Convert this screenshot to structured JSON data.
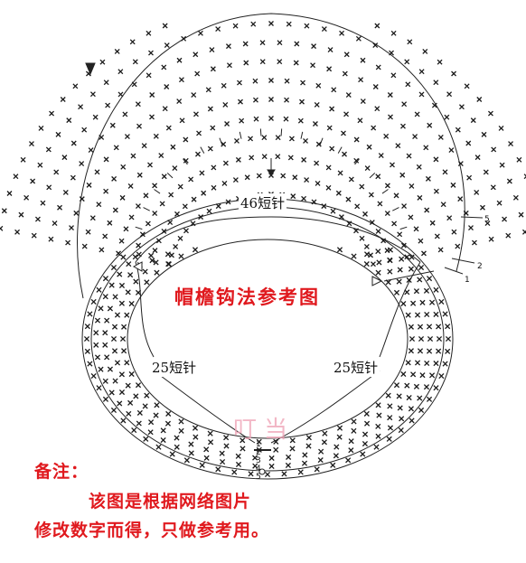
{
  "diagram": {
    "title": "帽檐钩法参考图",
    "stitch_labels": {
      "top": "46短针",
      "left": "25短针",
      "right": "25短针"
    },
    "row_numbers": [
      "1",
      "2",
      "5"
    ],
    "center_numbers": [
      "1",
      "2",
      "3",
      "4",
      "5"
    ],
    "watermark": "叮当"
  },
  "note": {
    "heading": "备注：",
    "line1": "该图是根据网络图片",
    "line2": "修改数字而得，只做参考用。"
  },
  "colors": {
    "accent": "#e0191e",
    "ink": "#111111"
  }
}
